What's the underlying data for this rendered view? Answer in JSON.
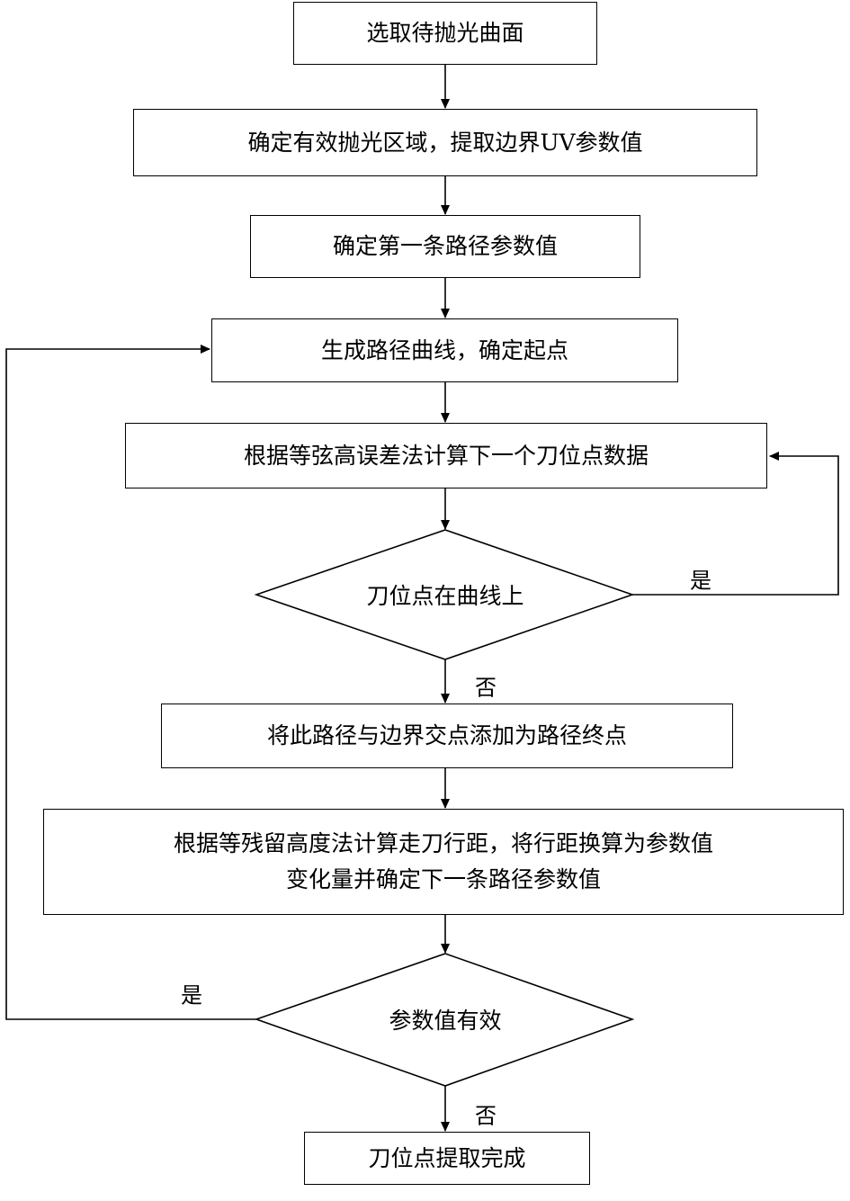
{
  "flowchart": {
    "steps": {
      "select_surface": "选取待抛光曲面",
      "determine_region": "确定有效抛光区域，提取边界UV参数值",
      "first_path_param": "确定第一条路径参数值",
      "generate_path": "生成路径曲线，确定起点",
      "next_point": "根据等弦高误差法计算下一个刀位点数据",
      "add_endpoint": "将此路径与边界交点添加为路径终点",
      "next_path_line1": "根据等残留高度法计算走刀行距，将行距换算为参数值",
      "next_path_line2": "变化量并确定下一条路径参数值",
      "complete": "刀位点提取完成"
    },
    "decisions": {
      "on_curve": "刀位点在曲线上",
      "param_valid": "参数值有效"
    },
    "edge_labels": {
      "on_curve_yes": "是",
      "on_curve_no": "否",
      "param_valid_yes": "是",
      "param_valid_no": "否"
    }
  }
}
